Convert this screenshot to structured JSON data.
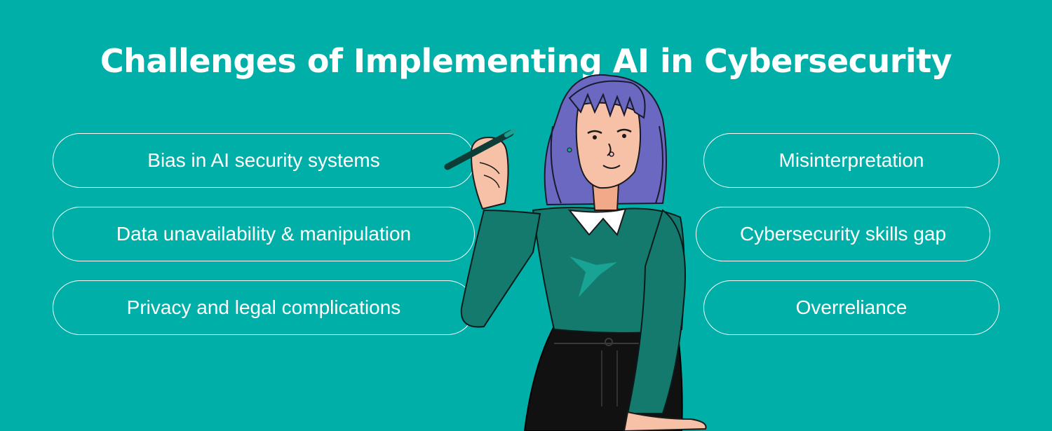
{
  "title": "Challenges of Implementing AI in Cybersecurity",
  "left_items": [
    "Bias in AI security systems",
    "Data unavailability & manipulation",
    "Privacy and legal complications"
  ],
  "right_items": [
    "Misinterpretation",
    "Cybersecurity skills gap",
    "Overreliance"
  ],
  "colors": {
    "background": "#00b0a8",
    "text": "#ffffff",
    "hair": "#6a68c0",
    "sweater": "#137a6d",
    "skin": "#f7c1a8",
    "pants": "#111111"
  },
  "illustration": "woman-holding-pen"
}
